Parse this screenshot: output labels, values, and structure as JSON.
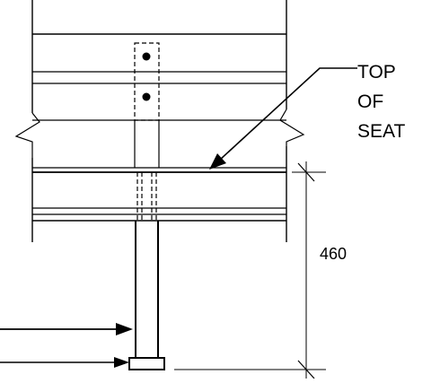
{
  "labels": {
    "top_of_seat_line1": "TOP",
    "top_of_seat_line2": "OF",
    "top_of_seat_line3": "SEAT",
    "dimension": "460"
  },
  "colors": {
    "line": "#000000",
    "background": "#ffffff"
  }
}
